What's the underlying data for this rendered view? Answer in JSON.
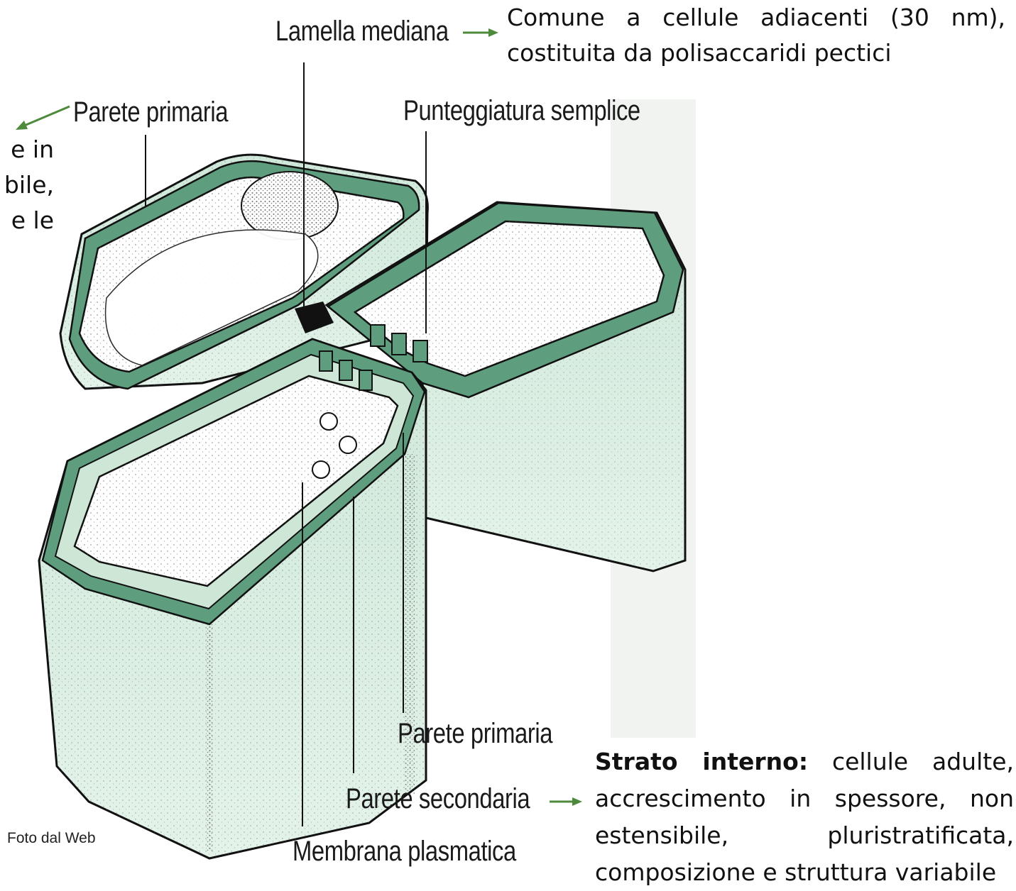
{
  "labels": {
    "middle_lamella": "Lamella mediana",
    "primary_wall_top": "Parete primaria",
    "simple_pit": "Punteggiatura semplice",
    "primary_wall_bottom": "Parete primaria",
    "secondary_wall": "Parete secondaria",
    "plasma_membrane": "Membrana plasmatica"
  },
  "notes": {
    "middle_lamella": [
      "Comune a cellule adiacenti (30 nm),",
      "costituita da polisaccaridi pectici"
    ],
    "primary_wall_fragment": [
      "e in",
      "bile,",
      "e le"
    ],
    "secondary_wall": {
      "bold": "Strato interno:",
      "line1_rest": "cellule adulte,",
      "lines": [
        "accrescimento in spessore, non",
        "estensibile, pluristratificata,",
        "composizione e struttura variabile"
      ]
    }
  },
  "credit": "Foto dal Web",
  "colors": {
    "wall_green": "#5e9e7e",
    "cell_body": "#dcefe4",
    "arrow_green": "#4d8a3c",
    "outline": "#111111"
  }
}
